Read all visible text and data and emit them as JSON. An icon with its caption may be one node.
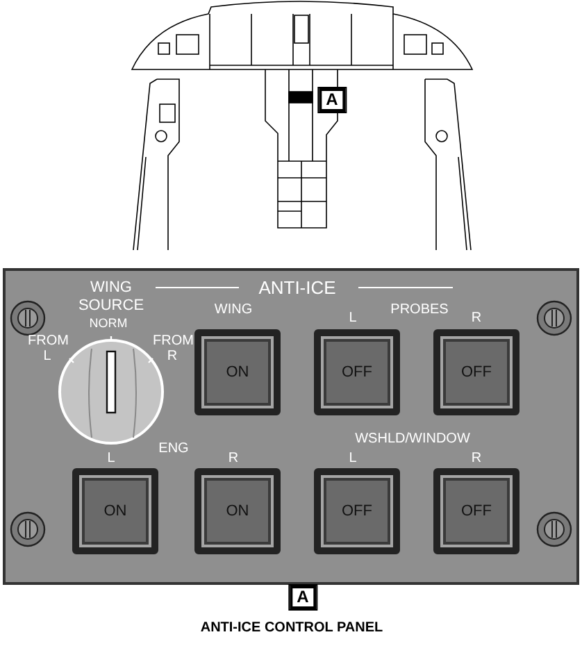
{
  "diagram": {
    "caption": "ANTI-ICE CONTROL PANEL",
    "nodes": [
      {
        "text": [
          "ANTI-ICE"
        ]
      },
      {
        "text": [
          "ON"
        ],
        "in": 0
      },
      {
        "text": [
          "OFF"
        ],
        "in": 0
      },
      {
        "text": [
          "OFF"
        ],
        "in": 0
      },
      {
        "text": [
          "ON"
        ],
        "in": 0
      },
      {
        "text": [
          "ON"
        ],
        "in": 0
      },
      {
        "text": [
          "OFF"
        ],
        "in": 0
      },
      {
        "text": [
          "OFF"
        ],
        "in": 0
      }
    ],
    "edges": [],
    "labels": [
      "A",
      "WING SOURCE",
      "WING",
      "L",
      "PROBES",
      "R",
      "NORM",
      "FROM L",
      "FROM R",
      "ENG",
      "L",
      "R",
      "WSHLD/WINDOW",
      "L",
      "R",
      "A"
    ]
  }
}
